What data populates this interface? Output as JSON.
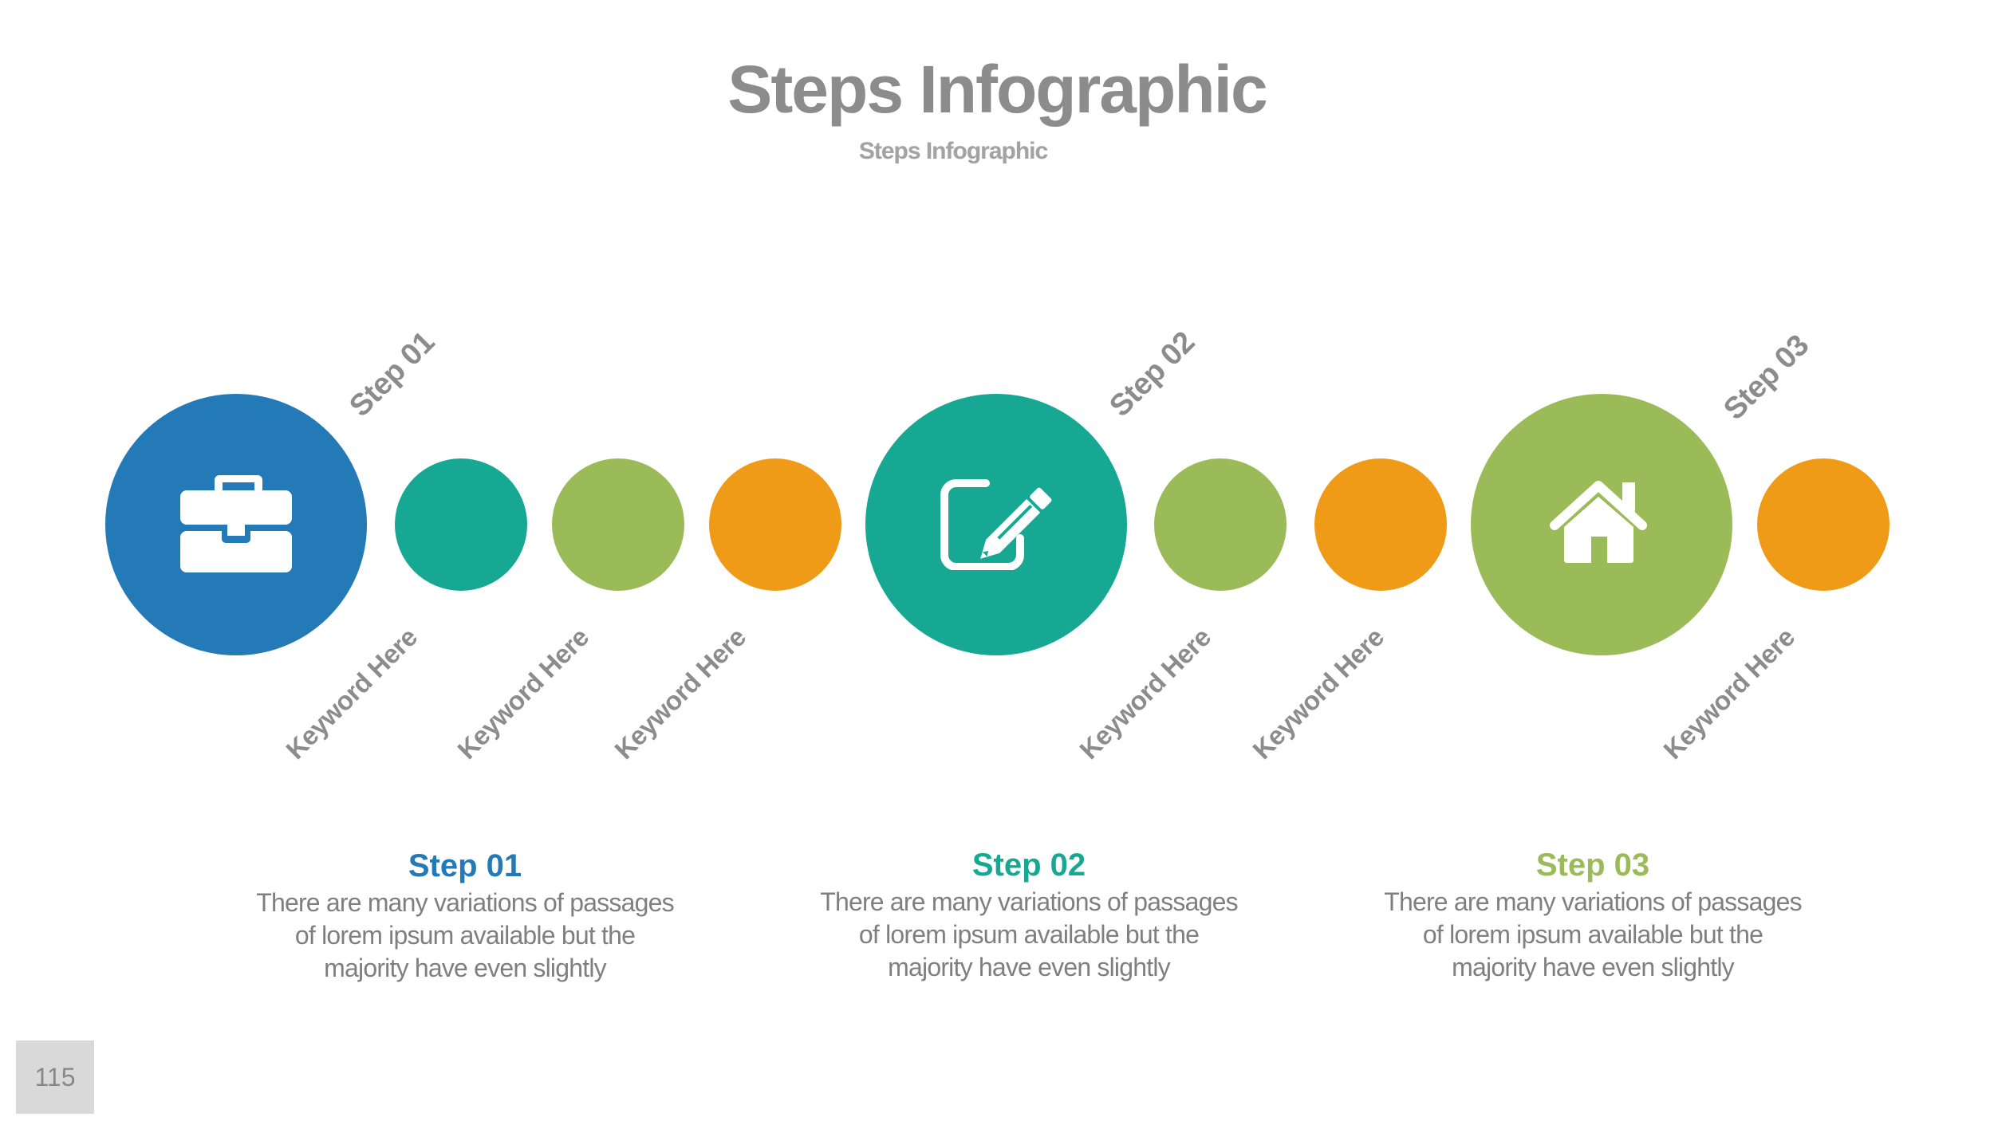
{
  "slide": {
    "title": "Steps Infographic",
    "subtitle": "Steps Infographic",
    "page_number": "115"
  },
  "colors": {
    "blue": "#2479B7",
    "teal": "#17A894",
    "green": "#9BBB59",
    "orange": "#F09B17",
    "label_gray": "#8C8C8C",
    "body_gray": "#7F7F7F"
  },
  "steps": [
    {
      "label": "Step 01",
      "icon": "briefcase-icon",
      "color": "#2479B7",
      "keywords": [
        "Keyword Here",
        "Keyword Here",
        "Keyword Here"
      ],
      "heading": "Step 01",
      "body": [
        "There are many variations of passages",
        "of lorem ipsum available but the",
        "majority have even slightly"
      ]
    },
    {
      "label": "Step 02",
      "icon": "edit-pencil-icon",
      "color": "#17A894",
      "keywords": [
        "Keyword Here",
        "Keyword Here"
      ],
      "heading": "Step 02",
      "body": [
        "There are many variations of passages",
        "of lorem ipsum available but the",
        "majority have even slightly"
      ]
    },
    {
      "label": "Step 03",
      "icon": "house-icon",
      "color": "#9BBB59",
      "keywords": [
        "Keyword Here"
      ],
      "heading": "Step 03",
      "body": [
        "There are many variations of passages",
        "of lorem ipsum available but the",
        "majority have even slightly"
      ]
    }
  ]
}
